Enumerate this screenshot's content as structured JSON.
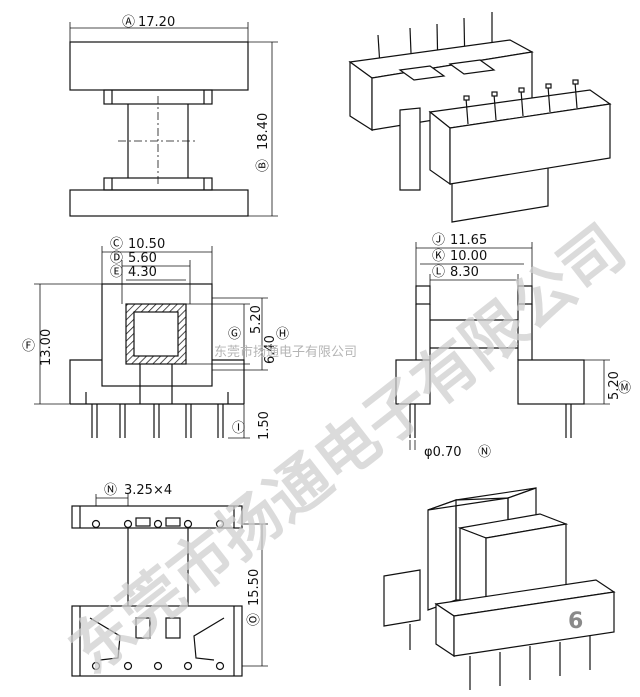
{
  "views": {
    "top_front": {
      "width": {
        "marker": "Ⓐ",
        "value": "17.20"
      },
      "height": {
        "marker": "Ⓑ",
        "value": "18.40"
      }
    },
    "front": {
      "outer": {
        "marker": "Ⓒ",
        "value": "10.50"
      },
      "mid": {
        "marker": "Ⓓ",
        "value": "5.60"
      },
      "inner": {
        "marker": "Ⓔ",
        "value": "4.30"
      },
      "total_height": {
        "marker": "Ⓕ",
        "value": "13.00"
      },
      "window_g": {
        "marker": "Ⓖ",
        "value": "5.20"
      },
      "window_h": {
        "marker": "Ⓗ",
        "value": "6.40"
      },
      "pin_length": {
        "marker": "Ⓘ",
        "value": "1.50"
      }
    },
    "side": {
      "outer": {
        "marker": "Ⓙ",
        "value": "11.65"
      },
      "mid": {
        "marker": "Ⓚ",
        "value": "10.00"
      },
      "inner": {
        "marker": "Ⓛ",
        "value": "8.30"
      },
      "base_height": {
        "marker": "Ⓜ",
        "value": "5.20"
      },
      "pin_dia": {
        "marker": "Ⓝ",
        "value": "φ0.70"
      }
    },
    "bottom": {
      "pitch": {
        "marker": "Ⓝ",
        "value": "3.25×4"
      },
      "length": {
        "marker": "Ⓞ",
        "value": "15.50"
      }
    }
  },
  "page_number": "6",
  "watermark": {
    "large": "东莞市扬通电子有限公司",
    "small": "东莞市扬通电子有限公司"
  }
}
